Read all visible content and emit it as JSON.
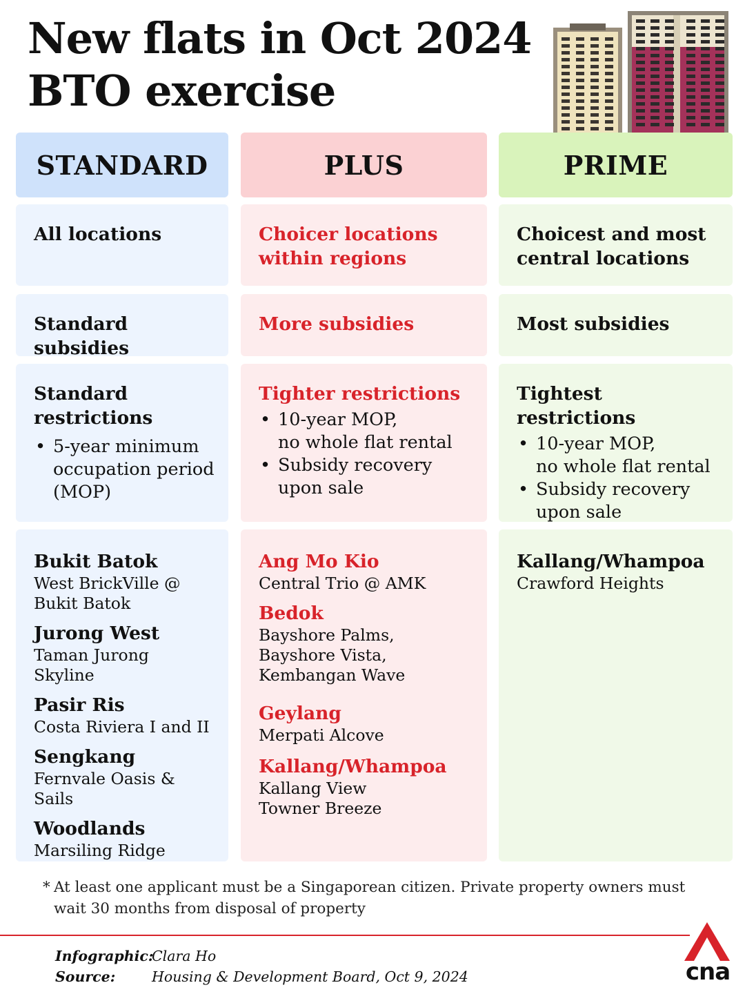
{
  "title": {
    "line1": "New flats in Oct 2024",
    "line2": "BTO exercise"
  },
  "colors": {
    "accent_red": "#d8232a",
    "standard_header": "#cfe2fb",
    "plus_header": "#fbd1d3",
    "prime_header": "#d9f3bb"
  },
  "columns": {
    "standard": {
      "header": "STANDARD",
      "location": "All locations",
      "subsidies": "Standard subsidies",
      "restrictions": {
        "title_line1": "Standard",
        "title_line2": "restrictions",
        "bullets": [
          "5-year minimum occupation period (MOP)"
        ]
      },
      "projects": [
        {
          "town": "Bukit Batok",
          "flats": [
            "West BrickVille @",
            "Bukit Batok"
          ]
        },
        {
          "town": "Jurong West",
          "flats": [
            "Taman Jurong",
            "Skyline"
          ]
        },
        {
          "town": "Pasir Ris",
          "flats": [
            "Costa Riviera I and II"
          ]
        },
        {
          "town": "Sengkang",
          "flats": [
            "Fernvale Oasis & Sails"
          ]
        },
        {
          "town": "Woodlands",
          "flats": [
            "Marsiling Ridge"
          ]
        }
      ]
    },
    "plus": {
      "header": "PLUS",
      "location_line1": "Choicer locations",
      "location_line2": "within regions",
      "subsidies": "More subsidies",
      "restrictions": {
        "title": "Tighter restrictions",
        "bullet1_line1": "10-year MOP,",
        "bullet1_line2": "no whole flat rental",
        "bullet2": "Subsidy recovery upon sale"
      },
      "projects": [
        {
          "town": "Ang Mo Kio",
          "flats": [
            "Central Trio @ AMK"
          ]
        },
        {
          "town": "Bedok",
          "flats": [
            "Bayshore Palms,",
            "Bayshore Vista,",
            "Kembangan Wave"
          ]
        },
        {
          "town": "Geylang",
          "flats": [
            "Merpati Alcove"
          ]
        },
        {
          "town": "Kallang/Whampoa",
          "flats": [
            "Kallang View",
            "Towner Breeze"
          ]
        }
      ]
    },
    "prime": {
      "header": "PRIME",
      "location_line1": "Choicest and most",
      "location_line2": "central locations",
      "subsidies": "Most subsidies",
      "restrictions": {
        "title": "Tightest restrictions",
        "bullet1_line1": "10-year MOP,",
        "bullet1_line2": "no whole flat rental",
        "bullet2": "Subsidy recovery upon sale"
      },
      "projects": [
        {
          "town": "Kallang/Whampoa",
          "flats": [
            "Crawford Heights"
          ]
        }
      ]
    }
  },
  "footnote": {
    "star": "*",
    "text": "At least one applicant must be a Singaporean citizen. Private property owners must wait 30 months from disposal of property"
  },
  "credits": {
    "infographic_label": "Infographic:",
    "infographic_value": "Clara Ho",
    "source_label": "Source:",
    "source_value": "Housing & Development Board, Oct 9, 2024"
  },
  "logo": {
    "text": "cna",
    "icon": "cna-logo-icon"
  }
}
